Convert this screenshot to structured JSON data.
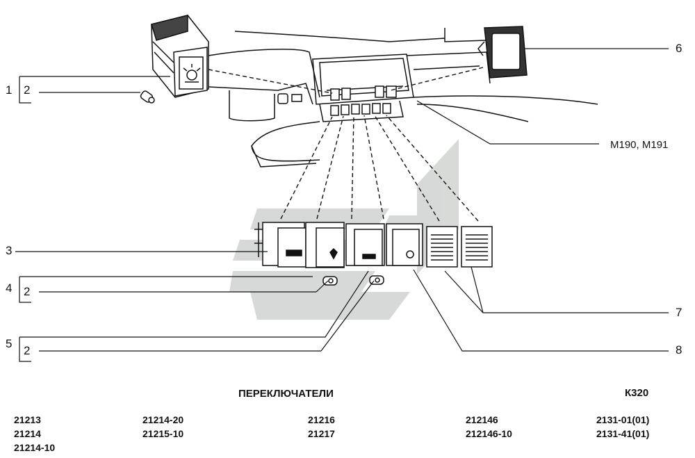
{
  "callouts": {
    "c1": "1",
    "c2a": "2",
    "c3": "3",
    "c4": "4",
    "c2b": "2",
    "c5": "5",
    "c2c": "2",
    "c6": "6",
    "m190": "M190, M191",
    "c7": "7",
    "c8": "8"
  },
  "footer": {
    "title": "ПЕРЕКЛЮЧАТЕЛИ",
    "code": "К320",
    "col1": [
      "21213",
      "21214",
      "21214-10"
    ],
    "col2": [
      "21214-20",
      "21215-10"
    ],
    "col3": [
      "21216",
      "21217"
    ],
    "col4": [
      "212146",
      "212146-10"
    ],
    "col5": [
      "2131-01(01)",
      "2131-41(01)"
    ]
  },
  "colors": {
    "ink": "#111111",
    "watermark": "#c9cdca"
  }
}
